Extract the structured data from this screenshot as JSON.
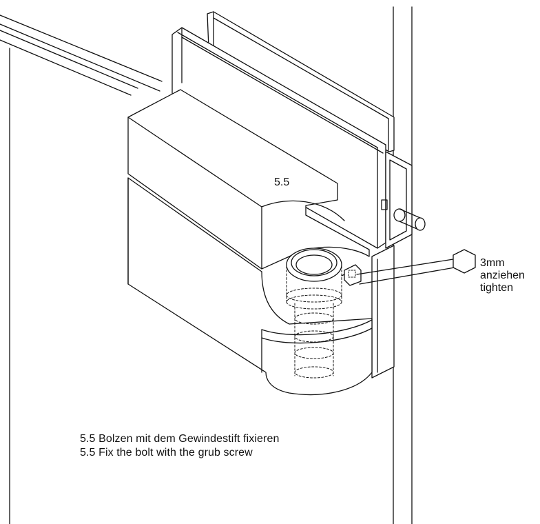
{
  "diagram": {
    "step_label": "5.5",
    "callout": {
      "size": "3mm",
      "action_de": "anziehen",
      "action_en": "tighten"
    },
    "caption": {
      "de": "5.5 Bolzen mit dem Gewindestift fixieren",
      "en": "5.5 Fix the bolt with the grub screw"
    },
    "colors": {
      "line": "#111111",
      "background": "#ffffff"
    }
  }
}
